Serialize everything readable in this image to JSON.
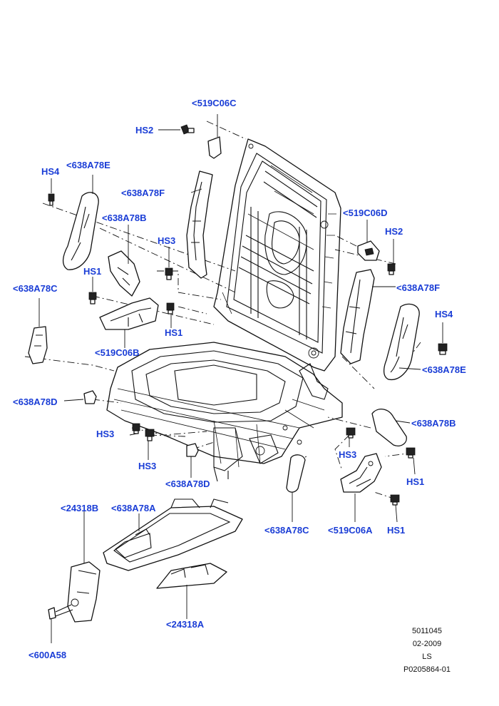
{
  "callouts": {
    "c519c06c": "<519C06C",
    "hs2_top": "HS2",
    "hs4_left": "HS4",
    "c638a78e_left": "<638A78E",
    "c638a78f_top": "<638A78F",
    "c638a78b_left": "<638A78B",
    "hs3_top": "HS3",
    "hs1_left": "HS1",
    "c638a78c_left": "<638A78C",
    "hs1_mid": "HS1",
    "c519c06b": "<519C06B",
    "c519c06d": "<519C06D",
    "hs2_right": "HS2",
    "c638a78f_right": "<638A78F",
    "hs4_right": "HS4",
    "c638a78e_right": "<638A78E",
    "c638a78d_left": "<638A78D",
    "hs3_a": "HS3",
    "hs3_b": "HS3",
    "c638a78d_bottom": "<638A78D",
    "c638a78b_right": "<638A78B",
    "hs3_right": "HS3",
    "hs1_right_a": "HS1",
    "c638a78c_bottom": "<638A78C",
    "c519c06a": "<519C06A",
    "hs1_right_b": "HS1",
    "c24318b": "<24318B",
    "c638a78a": "<638A78A",
    "c24318a": "<24318A",
    "c600a58": "<600A58"
  },
  "meta": {
    "ref": "5011045",
    "date": "02-2009",
    "code": "LS",
    "part": "P0205864-01"
  },
  "colors": {
    "callout": "#1a3dd6",
    "line": "#111111"
  },
  "icons": [
    "bolt-icon"
  ]
}
